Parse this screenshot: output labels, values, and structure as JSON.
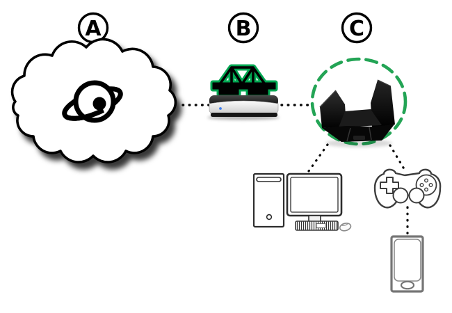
{
  "diagram": {
    "type": "network-topology",
    "labels": [
      {
        "letter": "A",
        "target": "internet-cloud"
      },
      {
        "letter": "B",
        "target": "modem-in-bridge-mode"
      },
      {
        "letter": "C",
        "target": "wifi-router"
      }
    ],
    "nodes": [
      {
        "id": "internet-cloud",
        "icon": "internet-globe-icon"
      },
      {
        "id": "modem",
        "icon": "bridge-icon"
      },
      {
        "id": "wifi-router",
        "icon": "winged-router-icon",
        "highlighted": true
      },
      {
        "id": "desktop-computer",
        "icon": "desktop-pc-icon"
      },
      {
        "id": "game-controller",
        "icon": "gamepad-icon"
      },
      {
        "id": "smartphone",
        "icon": "smartphone-icon"
      }
    ],
    "connections": [
      {
        "from": "internet-cloud",
        "to": "modem",
        "style": "dotted"
      },
      {
        "from": "modem",
        "to": "wifi-router",
        "style": "dotted"
      },
      {
        "from": "wifi-router",
        "to": "desktop-computer",
        "style": "dotted"
      },
      {
        "from": "wifi-router",
        "to": "game-controller",
        "style": "dotted"
      },
      {
        "from": "game-controller",
        "to": "smartphone",
        "style": "dotted"
      }
    ],
    "colors": {
      "bridge_green": "#00A651",
      "highlight_ellipse_green": "#23A455",
      "connector_black": "#0a0a0a",
      "device_outline_gray": "#3d3d3d"
    }
  }
}
